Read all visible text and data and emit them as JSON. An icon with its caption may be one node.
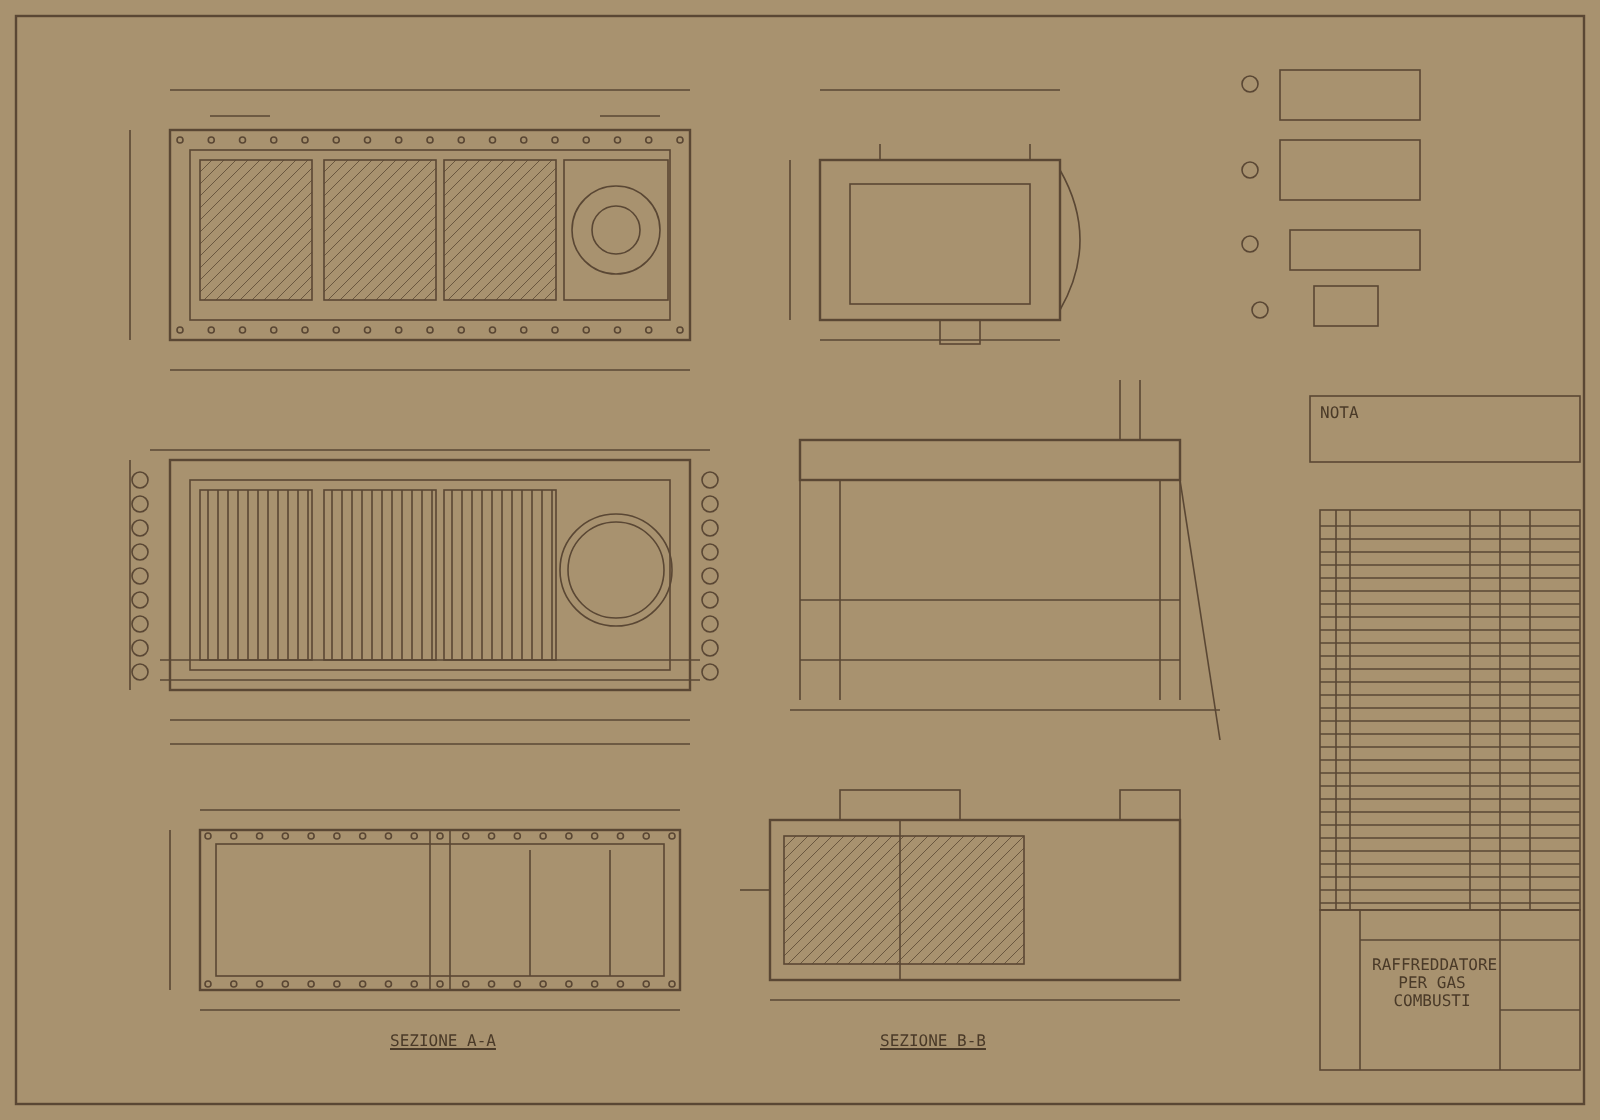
{
  "diagram": {
    "labels": [
      "NOTA",
      "SEZIONE A-A",
      "SEZIONE B-B",
      "RAFFREDDATORE PER GAS COMBUSTI"
    ]
  }
}
